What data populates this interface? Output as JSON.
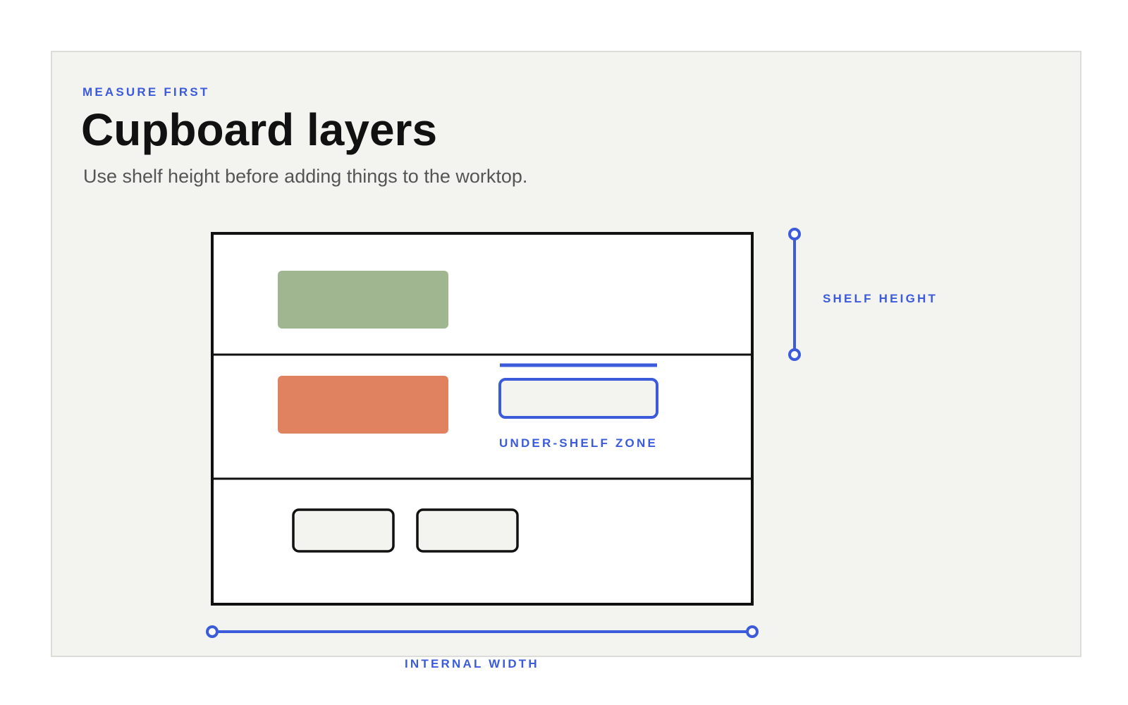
{
  "header": {
    "eyebrow": "MEASURE FIRST",
    "title": "Cupboard layers",
    "subtitle": "Use shelf height before adding things to the worktop."
  },
  "diagram": {
    "labels": {
      "shelf_height": "SHELF HEIGHT",
      "under_shelf_zone": "UNDER-SHELF ZONE",
      "internal_width": "INTERNAL WIDTH"
    },
    "colors": {
      "accent": "#3b5bdb",
      "outline": "#111111",
      "cupboard_fill": "#ffffff",
      "container_fill": "#f3f3ef",
      "green_block": "#a0b690",
      "orange_block": "#e08160",
      "background": "#f3f3ef"
    }
  }
}
